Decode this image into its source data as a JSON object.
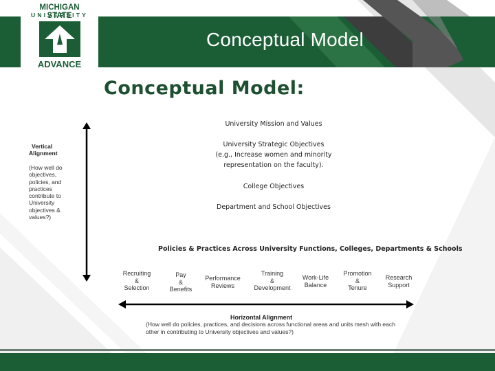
{
  "header": {
    "title": "Conceptual Model",
    "logo": {
      "line1": "MICHIGAN STATE",
      "line2": "UNIVERSITY",
      "line3": "ADVANCE"
    }
  },
  "slide": {
    "title": "Conceptual Model:",
    "objectives": [
      "University Mission and Values",
      "University Strategic Objectives",
      "(e.g., Increase women and minority",
      "representation on the faculty).",
      "College Objectives",
      "Department and School Objectives"
    ],
    "vertical": {
      "title_line1": "Vertical",
      "title_line2": "Alignment",
      "body": "(How well do objectives, policies, and practices contribute to University objectives & values?)"
    },
    "policies_title": "Policies & Practices Across University Functions, Colleges, Departments & Schools",
    "functions": [
      {
        "line1": "Recruiting",
        "line2": "&",
        "line3": "Selection"
      },
      {
        "line1": "Pay",
        "line2": "&",
        "line3": "Benefits"
      },
      {
        "line1": "Performance",
        "line2": "Reviews",
        "line3": ""
      },
      {
        "line1": "Training",
        "line2": "&",
        "line3": "Development"
      },
      {
        "line1": "Work-Life",
        "line2": "Balance",
        "line3": ""
      },
      {
        "line1": "Promotion",
        "line2": "&",
        "line3": "Tenure"
      },
      {
        "line1": "Research",
        "line2": "Support",
        "line3": ""
      }
    ],
    "horizontal": {
      "title": "Horizontal Alignment",
      "body": "(How well do policies, practices, and decisions across functional areas and units mesh with each other in contributing to University objectives and values?)"
    }
  },
  "colors": {
    "brand_green": "#1b5e35",
    "title_green": "#1d5030"
  }
}
